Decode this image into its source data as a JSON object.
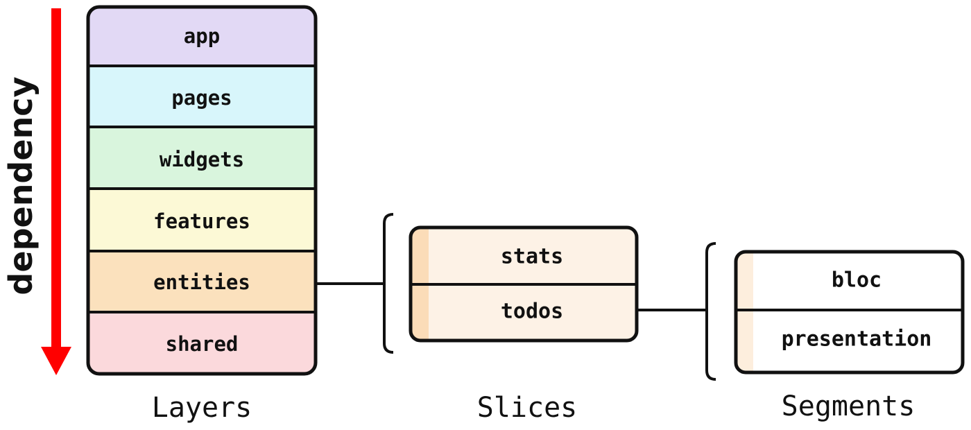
{
  "dependency_label": "dependency",
  "colors": {
    "arrow": "#ff0000",
    "outline": "#111111",
    "slice_fill": "#fdf2e6",
    "slice_strip": "#fbdcb8",
    "segment_strip": "#fdeedd"
  },
  "layers": {
    "title": "Layers",
    "items": [
      {
        "label": "app",
        "color": "#e2d9f5"
      },
      {
        "label": "pages",
        "color": "#d8f6fb"
      },
      {
        "label": "widgets",
        "color": "#d9f5dd"
      },
      {
        "label": "features",
        "color": "#fcf9d6"
      },
      {
        "label": "entities",
        "color": "#fbe1bd"
      },
      {
        "label": "shared",
        "color": "#fbd9dc"
      }
    ]
  },
  "slices": {
    "title": "Slices",
    "items": [
      {
        "label": "stats"
      },
      {
        "label": "todos"
      }
    ]
  },
  "segments": {
    "title": "Segments",
    "items": [
      {
        "label": "bloc"
      },
      {
        "label": "presentation"
      }
    ]
  }
}
